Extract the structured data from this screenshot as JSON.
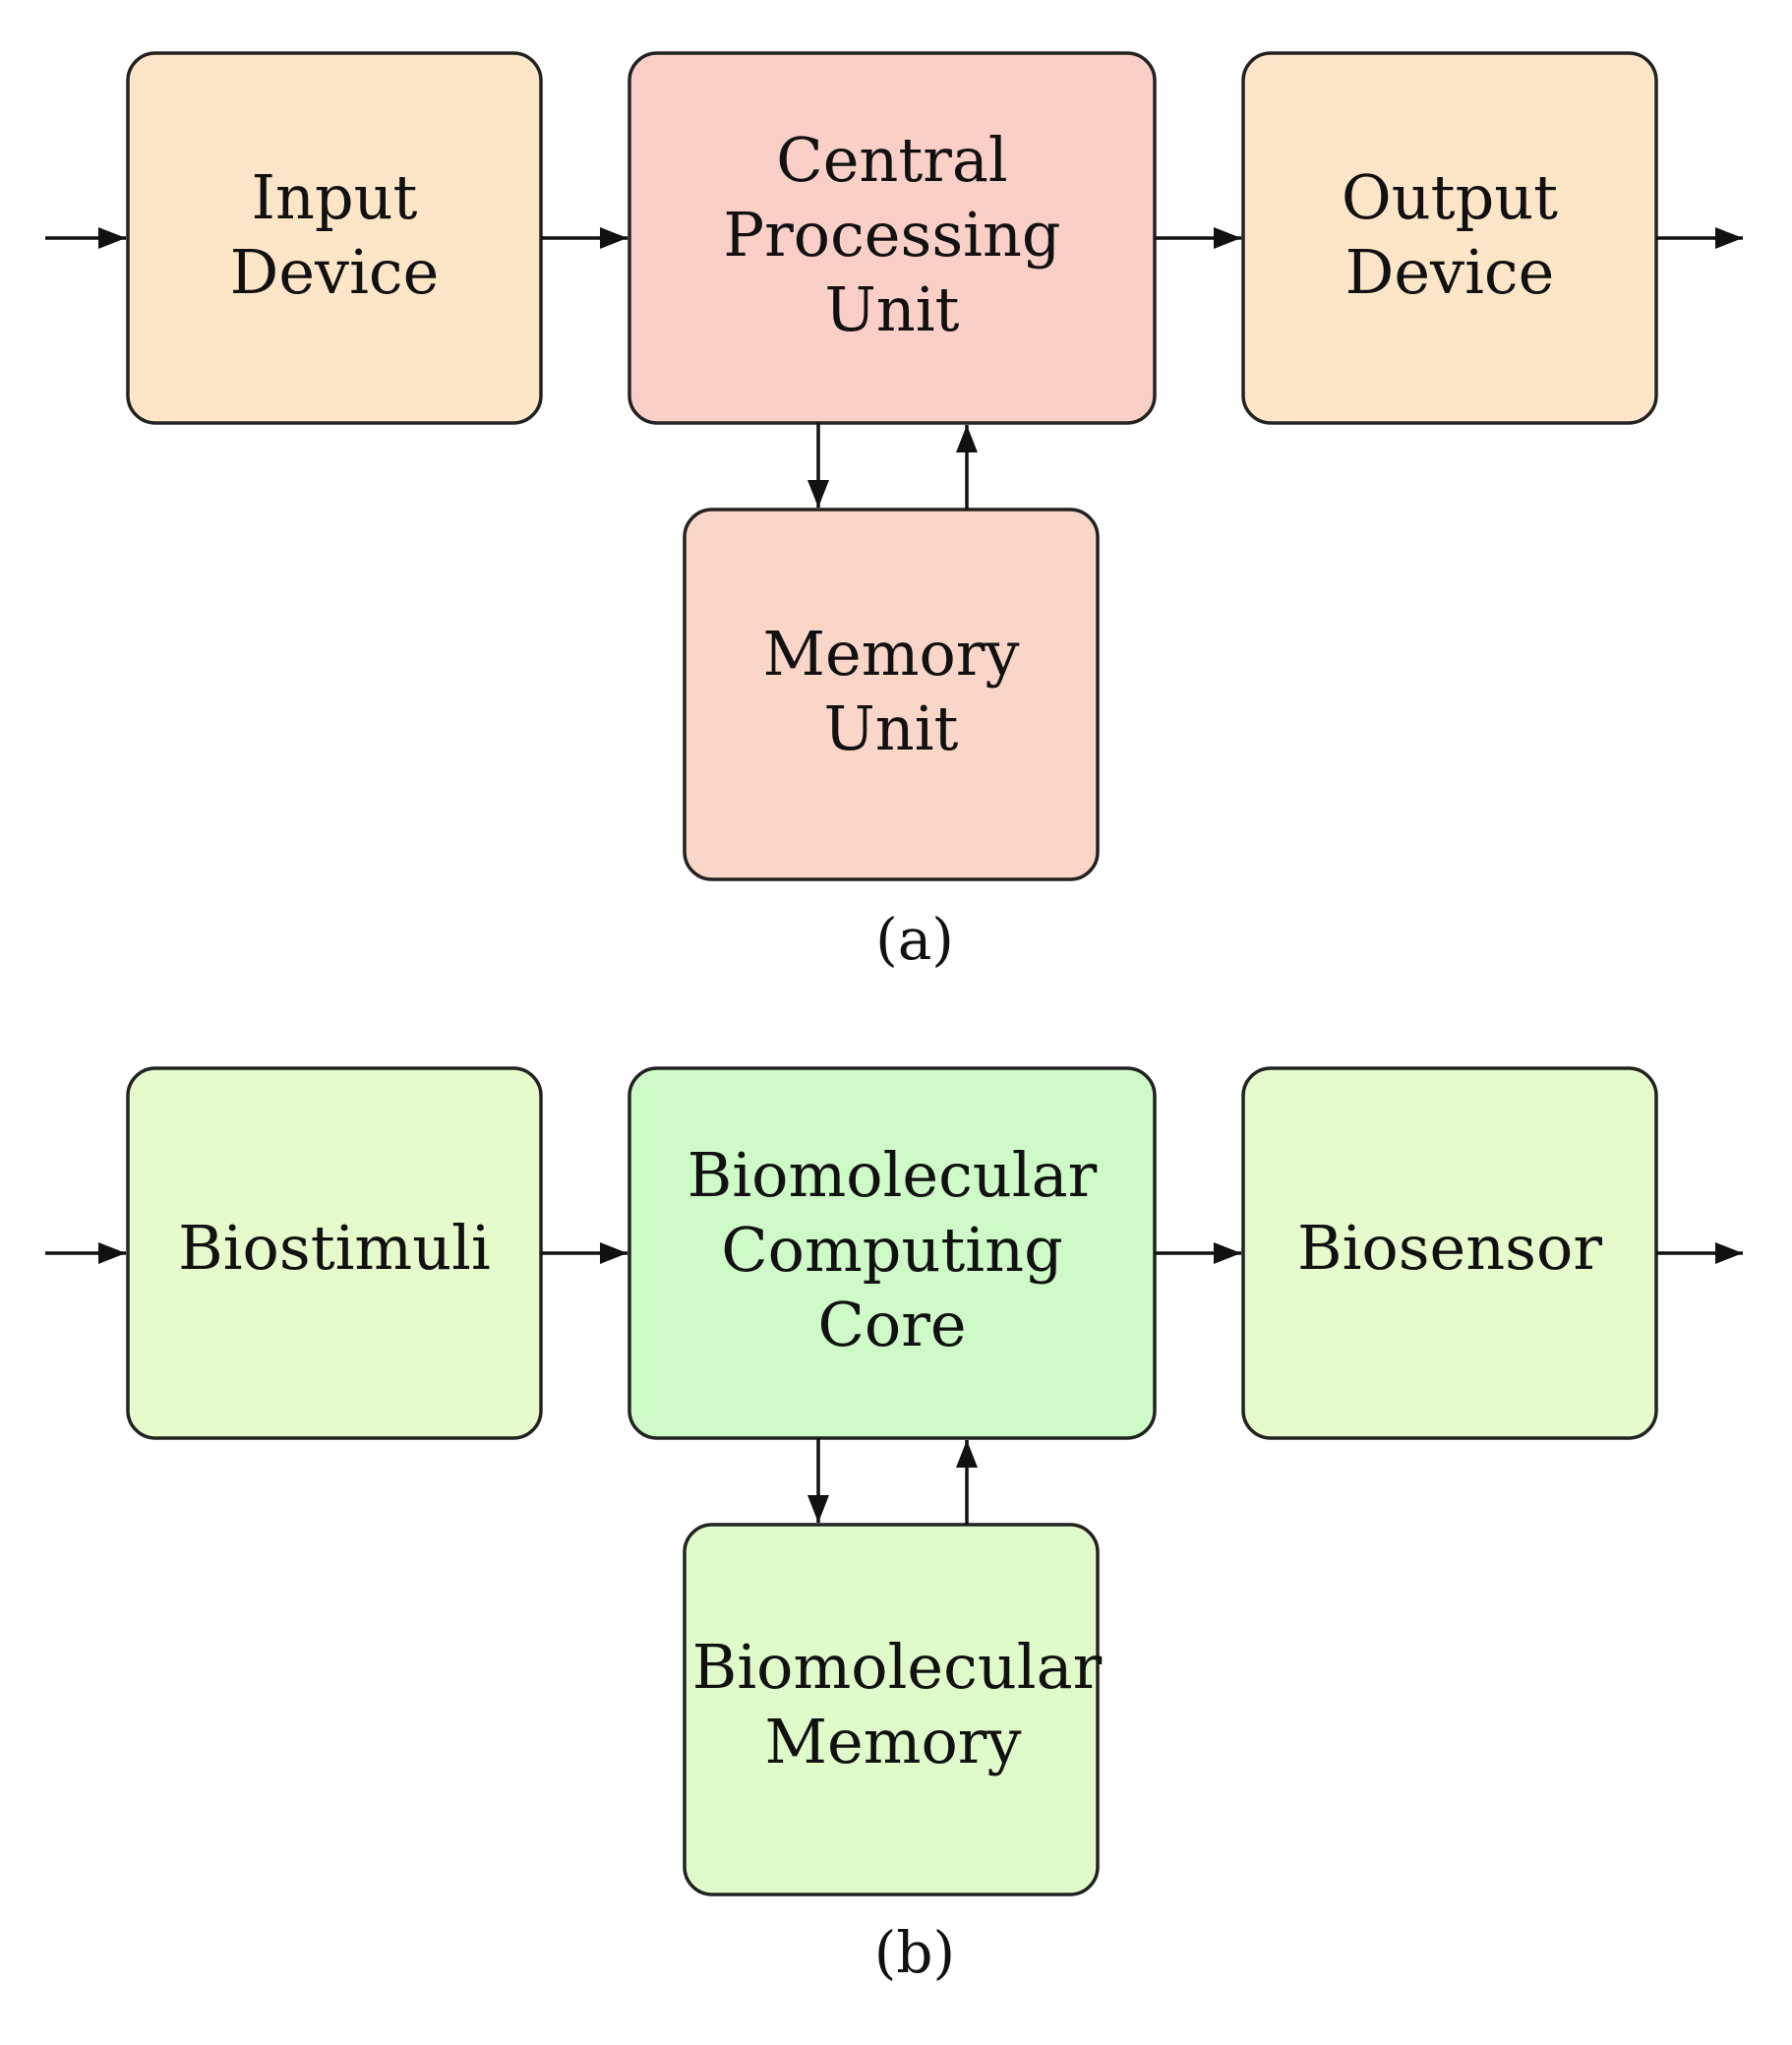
{
  "diagram_a": {
    "boxes": {
      "input": [
        "Input",
        "Device"
      ],
      "cpu": [
        "Central",
        "Processing",
        "Unit"
      ],
      "output": [
        "Output",
        "Device"
      ],
      "memory": [
        "Memory",
        "Unit"
      ]
    },
    "caption": "(a)"
  },
  "diagram_b": {
    "boxes": {
      "input": [
        "Biostimuli"
      ],
      "cpu": [
        "Biomolecular",
        "Computing",
        "Core"
      ],
      "output": [
        "Biosensor"
      ],
      "memory": [
        "Biomolecular",
        "Memory"
      ]
    },
    "caption": "(b)"
  },
  "colors": {
    "a_side": "#fde6c8",
    "a_center": "#f9cfc7",
    "a_memory": "#fad6c8",
    "b_side": "#e6fbcb",
    "b_center": "#cdfac6",
    "b_memory": "#dffbc9",
    "stroke": "#222222",
    "arrow": "#111111"
  }
}
